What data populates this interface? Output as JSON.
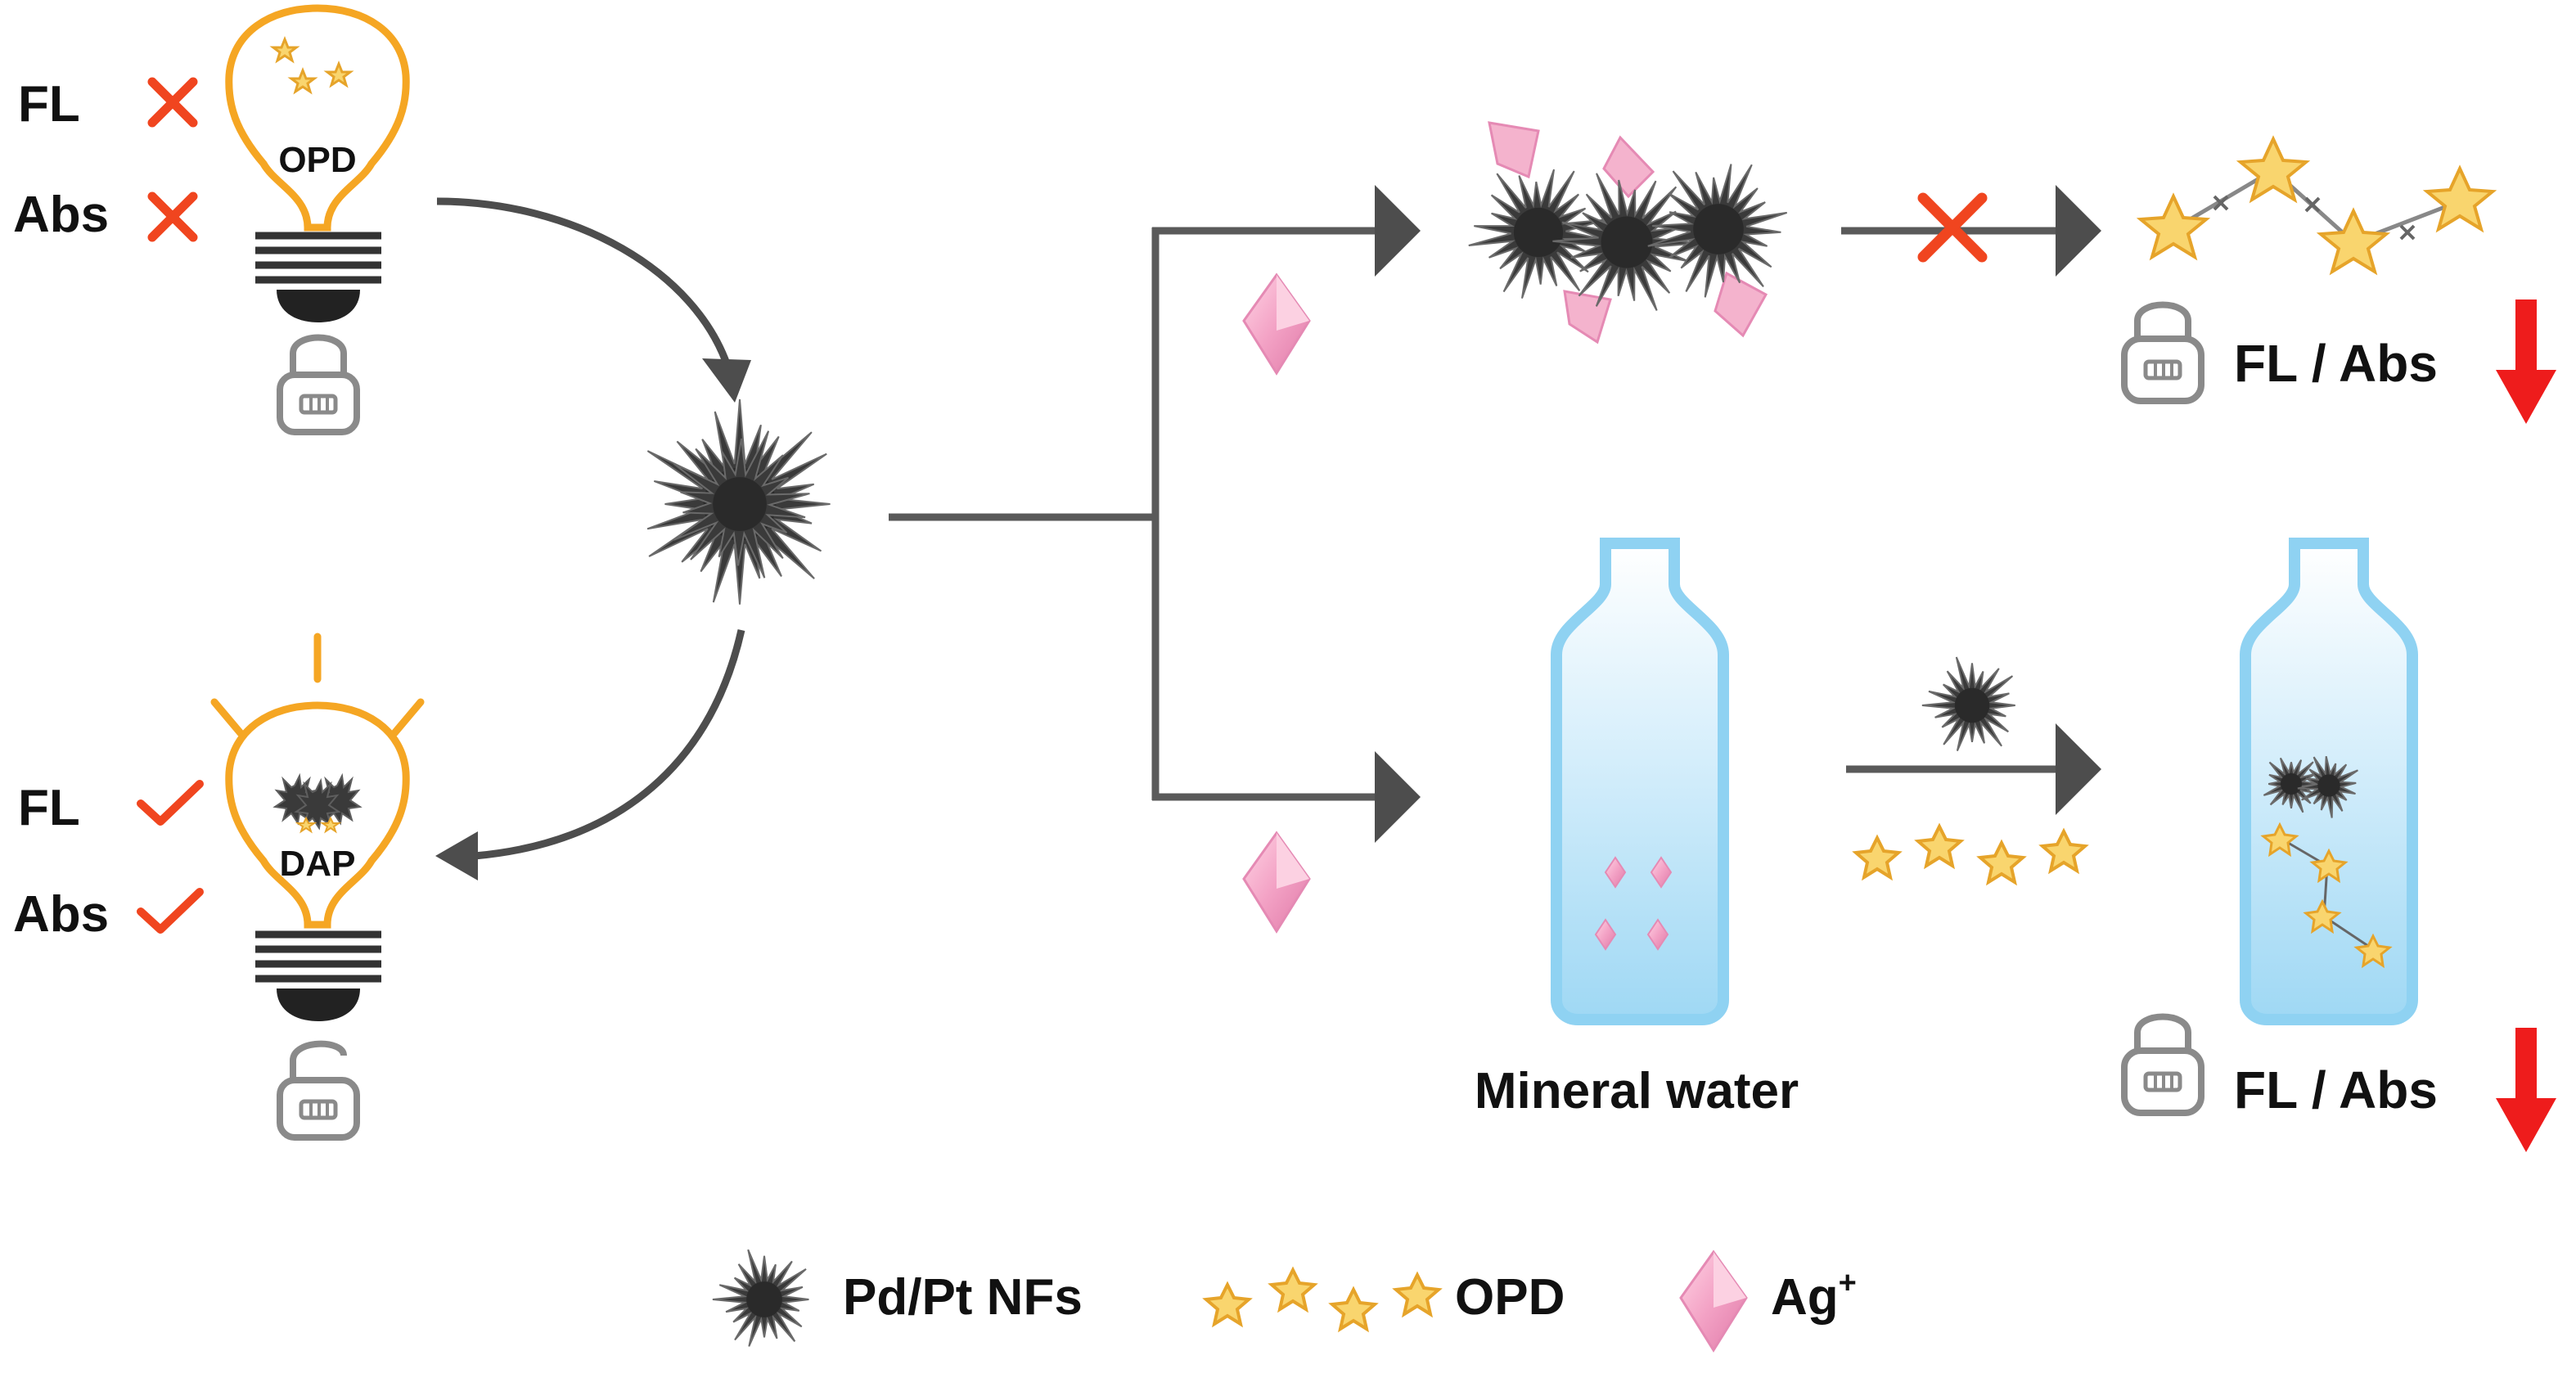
{
  "colors": {
    "arrow": "#4d4d4d",
    "bulb_outline": "#f5a623",
    "cross": "#f0451f",
    "down_arrow": "#ee1c1c",
    "star_fill": "#f9d56e",
    "star_stroke": "#e6a42a",
    "crystal": "#f19dc0",
    "bottle_outline": "#8fd2f2",
    "nanoflower": "#3a3a3a"
  },
  "top_bulb": {
    "label": "OPD",
    "fl_label": "FL",
    "abs_label": "Abs",
    "fl_state": "cross",
    "abs_state": "cross",
    "lock_state": "locked"
  },
  "bottom_bulb": {
    "label": "DAP",
    "fl_label": "FL",
    "abs_label": "Abs",
    "fl_state": "check",
    "abs_state": "check",
    "lock_state": "unlocked"
  },
  "right_top": {
    "result_label": "FL / Abs",
    "trend": "decrease"
  },
  "right_bottom": {
    "bottle_label": "Mineral water",
    "result_label": "FL / Abs",
    "trend": "decrease"
  },
  "legend": [
    {
      "icon": "nanoflower-icon",
      "label": "Pd/Pt NFs"
    },
    {
      "icon": "star-icon",
      "label": "OPD"
    },
    {
      "icon": "crystal-icon",
      "label": "Ag",
      "superscript": "+"
    }
  ]
}
